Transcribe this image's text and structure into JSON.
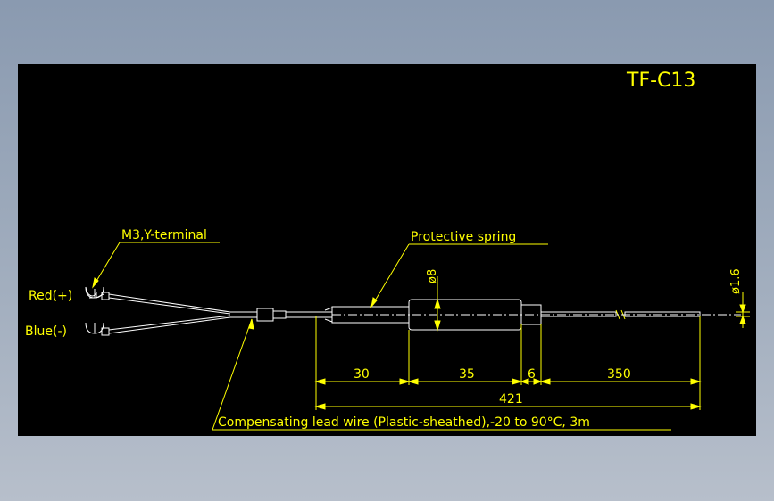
{
  "title": "TF-C13",
  "labels": {
    "terminal": "M3,Y-terminal",
    "spring": "Protective spring",
    "red": "Red(+)",
    "blue": "Blue(-)",
    "diameter_8": "ø8",
    "diameter_16": "ø1.6",
    "lead_wire": "Compensating lead wire (Plastic-sheathed),-20 to 90°C, 3m"
  },
  "dimensions": {
    "d30": "30",
    "d35": "35",
    "d6": "6",
    "d350": "350",
    "total": "421"
  },
  "colors": {
    "drawing": "#ffff00",
    "part": "#ffffff",
    "background": "#000000"
  }
}
